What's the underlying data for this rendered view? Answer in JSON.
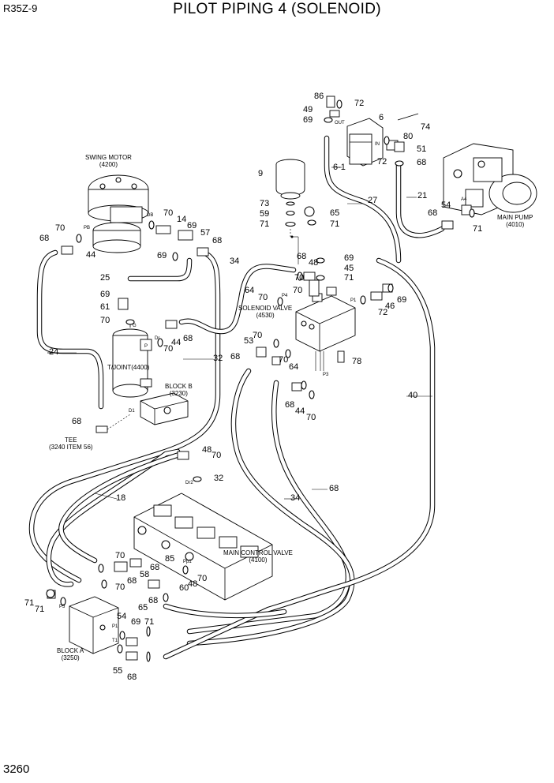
{
  "header": {
    "model": "R35Z-9",
    "title": "PILOT PIPING 4 (SOLENOID)",
    "page_number": "3260"
  },
  "components": {
    "swing_motor": "SWING MOTOR\n(4200)",
    "t_joint": "T/JOINT(4400)",
    "block_b": "BLOCK B\n(3230)",
    "tee": "TEE\n(3240 ITEM 56)",
    "solenoid_valve": "SOLENOID VALVE\n(4530)",
    "main_pump": "MAIN PUMP\n(4010)",
    "main_control_valve": "MAIN CONTROL VALVE\n(4100)",
    "block_a": "BLOCK A\n(3250)"
  },
  "port_labels": {
    "pb": "PB",
    "db": "DB",
    "p": "P",
    "dr": "Dr",
    "g": "G",
    "d1": "D1",
    "out": "OUT",
    "in": "IN",
    "a4": "A4",
    "p4": "P4",
    "p1": "P1",
    "p3": "P3",
    "dr2": "Dr2",
    "pp1": "Pp1",
    "p5": "P5",
    "p1a": "P1",
    "t1": "T1"
  },
  "callouts": [
    "86",
    "49",
    "72",
    "69",
    "6",
    "74",
    "80",
    "51",
    "72",
    "68",
    "6-1",
    "9",
    "73",
    "59",
    "71",
    "65",
    "71",
    "27",
    "21",
    "54",
    "68",
    "71",
    "70",
    "14",
    "69",
    "57",
    "68",
    "68",
    "70",
    "44",
    "69",
    "34",
    "68",
    "48",
    "69",
    "45",
    "70",
    "71",
    "25",
    "69",
    "61",
    "70",
    "64",
    "70",
    "70",
    "46",
    "69",
    "72",
    "24",
    "44",
    "70",
    "68",
    "32",
    "53",
    "70",
    "64",
    "70",
    "68",
    "68",
    "44",
    "70",
    "78",
    "40",
    "68",
    "48",
    "70",
    "32",
    "18",
    "34",
    "68",
    "70",
    "85",
    "68",
    "58",
    "68",
    "70",
    "70",
    "60",
    "48",
    "68",
    "65",
    "71",
    "71",
    "54",
    "69",
    "71",
    "55",
    "68"
  ]
}
